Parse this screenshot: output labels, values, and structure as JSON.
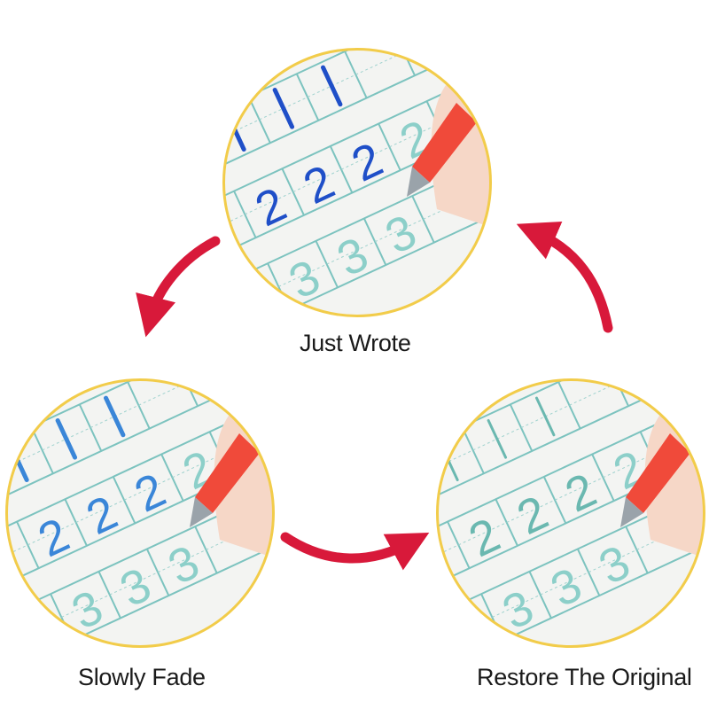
{
  "captions": {
    "top": "Just Wrote",
    "left": "Slowly Fade",
    "right": "Restore The Original"
  },
  "colors": {
    "ring": "#f2cc4a",
    "arrow": "#d8193a",
    "ink_fresh": "#1f4fc8",
    "ink_fading": "#3a86d8",
    "ink_restored": "#6ab8b0",
    "grid": "#7cc3bf",
    "pen_body": "#f04a3a",
    "skin": "#f6d7c7"
  },
  "worksheet": {
    "digits": [
      "2",
      "3"
    ]
  }
}
